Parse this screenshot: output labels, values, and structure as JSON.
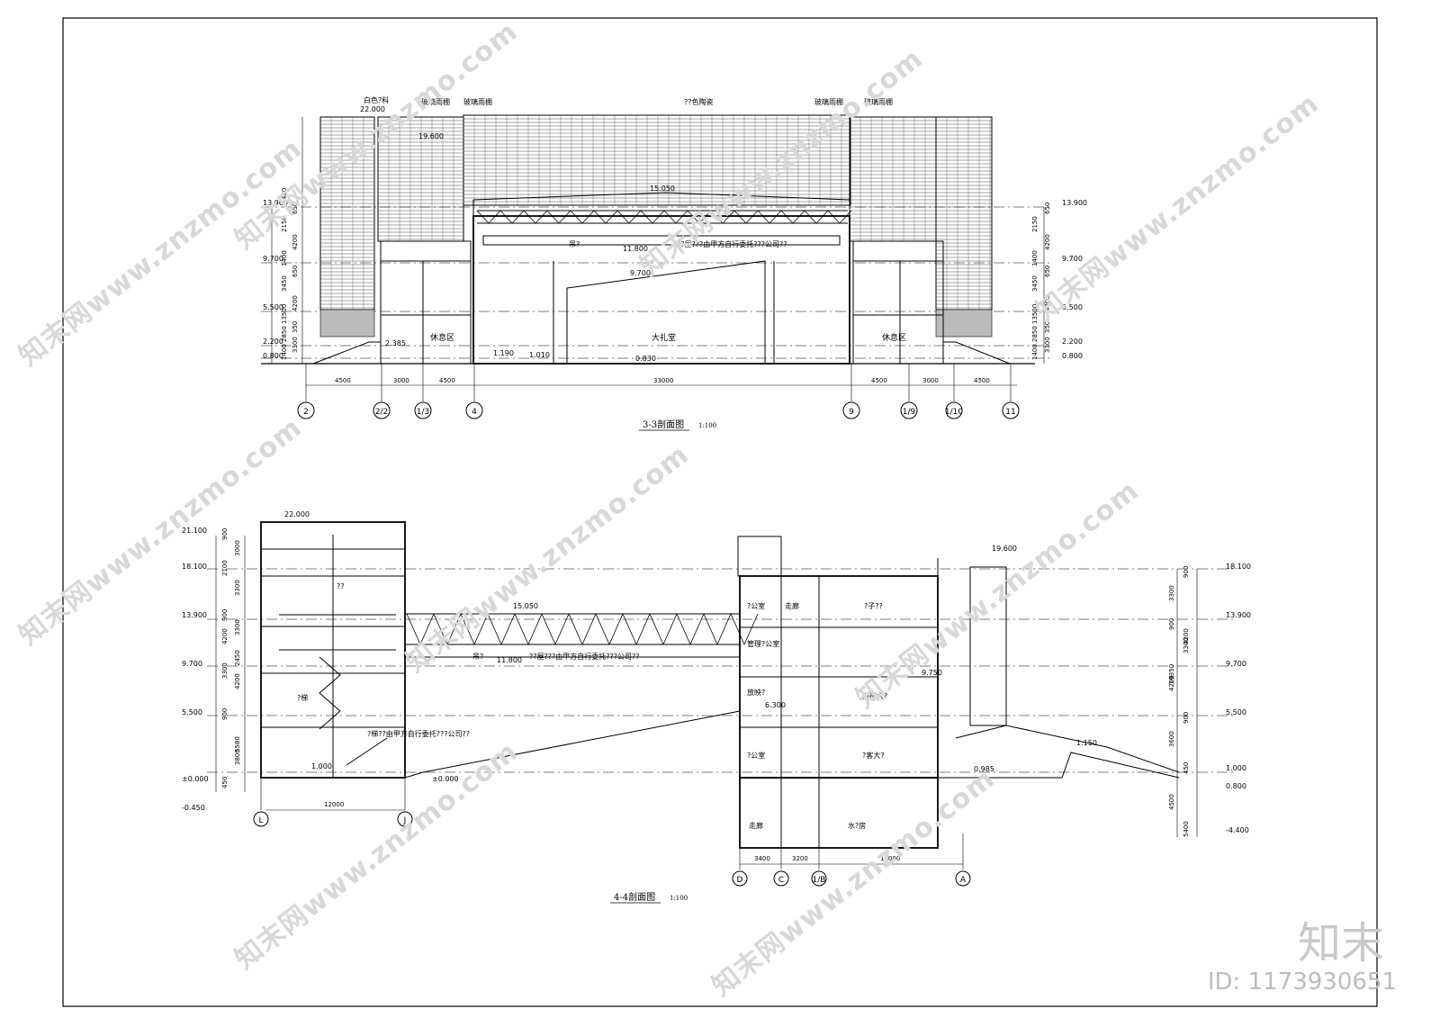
{
  "sections": {
    "s33": {
      "title": "3-3剖面图",
      "scale": "1:100",
      "top_labels": [
        "白色?料",
        "玻璃雨棚",
        "玻璃雨棚",
        "??色陶瓷",
        "玻璃雨棚",
        "玻璃雨棚"
      ],
      "elev_left": [
        "22.000",
        "19.600",
        "13.900",
        "9.700",
        "5.500",
        "2.200",
        "0.800"
      ],
      "elev_right": [
        "13.900",
        "9.700",
        "5.500",
        "2.200",
        "0.800"
      ],
      "inner_elevs": [
        "15.050",
        "11.800",
        "9.700",
        "1.190",
        "1.010",
        "0.830",
        "2.385"
      ],
      "room_labels": [
        "大礼堂",
        "休息区",
        "休息区"
      ],
      "notes": [
        "??屋???由甲方自行委托???公司??",
        "吊?"
      ],
      "axes": [
        "2",
        "2/2",
        "1/3",
        "4",
        "9",
        "1/9",
        "1/10",
        "11"
      ],
      "dims_bottom": [
        "4500",
        "3000",
        "4500",
        "33000",
        "4500",
        "3000",
        "4500"
      ],
      "dims_left": [
        "400",
        "650",
        "2150",
        "4200",
        "1400",
        "650",
        "3450",
        "4200",
        "13500",
        "350",
        "2850",
        "3300",
        "1400"
      ],
      "dims_right": [
        "650",
        "2150",
        "4200",
        "1400",
        "650",
        "3450",
        "4200",
        "13500",
        "350",
        "2850",
        "3300",
        "1400"
      ]
    },
    "s44": {
      "title": "4-4剖面图",
      "scale": "1:100",
      "elev_left": [
        "21.100",
        "18.100",
        "13.900",
        "9.700",
        "5.500",
        "±0.000",
        "-0.450"
      ],
      "elev_right": [
        "18.100",
        "13.900",
        "9.700",
        "5.500",
        "1.000",
        "0.800",
        "-4.400"
      ],
      "inner_elevs": [
        "22.000",
        "19.600",
        "15.050",
        "11.800",
        "9.750",
        "6.300",
        "1.000",
        "0.985",
        "1.150",
        "±0.000"
      ],
      "room_labels": [
        "?公室",
        "走廊",
        "?子??",
        "管理?公室",
        "放映?",
        "接待大?",
        "?公室",
        "?客大?",
        "走廊",
        "水?房",
        "??",
        "?梯"
      ],
      "notes": [
        "??屋???由甲方自行委托???公司??",
        "?梯??由甲方自行委托???公司??",
        "吊?"
      ],
      "axes": [
        "L",
        "J",
        "D",
        "C",
        "1/B",
        "A"
      ],
      "dims_bottom": [
        "12000",
        "3400",
        "3200",
        "12000"
      ],
      "dims_left": [
        "900",
        "3000",
        "2100",
        "3300",
        "4200",
        "3300",
        "900",
        "4200",
        "3300",
        "5580",
        "900",
        "3800",
        "450",
        "2450"
      ],
      "dims_right": [
        "900",
        "3300",
        "4200",
        "900",
        "3300",
        "4200",
        "900",
        "3600",
        "450",
        "4500",
        "5400",
        "19350"
      ]
    }
  },
  "watermark": {
    "text": "知末网www.znzmo.com",
    "brand": "知末",
    "id_text": "ID: 1173930651"
  }
}
